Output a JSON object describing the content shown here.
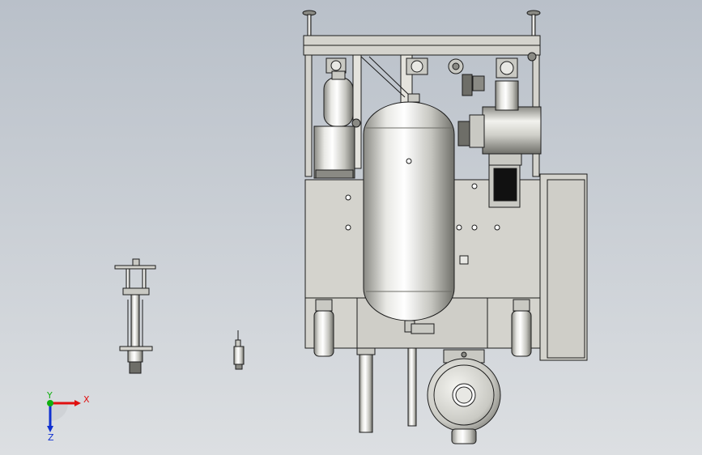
{
  "viewport": {
    "background_top": "#b9c0c9",
    "background_bottom": "#dcdfe2"
  },
  "model": {
    "components": [
      "machine-frame",
      "top-rail",
      "pressure-vessel",
      "filter-cylinder",
      "electric-motor",
      "control-cabinet",
      "pump-housing",
      "leveling-foot-left",
      "leveling-foot-right",
      "drain-pipe-left",
      "drain-pipe-right",
      "valve-assembly",
      "small-fitting"
    ],
    "colors": {
      "metal_light": "#ffffff",
      "metal_mid": "#c9c9c3",
      "metal_dark": "#6e6e68",
      "edge": "#1c1c1c",
      "panel": "#d4d3cd"
    }
  },
  "triad": {
    "x_label": "X",
    "y_label": "Y",
    "z_label": "Z",
    "x_color": "#e01010",
    "y_color": "#10b010",
    "z_color": "#1030d0"
  }
}
